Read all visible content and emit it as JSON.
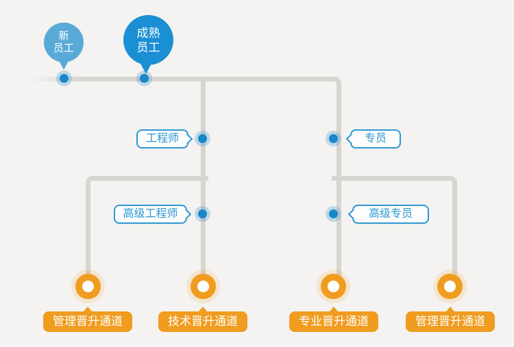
{
  "colors": {
    "background": "#f4f3f1",
    "connector_gray": "#d7d5d2",
    "balloon_light_blue": "#5aaad8",
    "balloon_blue": "#1b8fd3",
    "dot_blue": "#1987c8",
    "bubble_blue": "#2d97d3",
    "channel_orange": "#f09c20"
  },
  "start_nodes": [
    {
      "name": "new-employee",
      "line1": "新",
      "line2": "员工"
    },
    {
      "name": "mature-employee",
      "line1": "成熟",
      "line2": "员工"
    }
  ],
  "levels": {
    "engineer": "工程师",
    "specialist": "专员",
    "senior_engineer": "高级工程师",
    "senior_specialist": "高级专员"
  },
  "channels": [
    {
      "label": "管理晋升通道"
    },
    {
      "label": "技术晋升通道"
    },
    {
      "label": "专业晋升通道"
    },
    {
      "label": "管理晋升通道"
    }
  ]
}
